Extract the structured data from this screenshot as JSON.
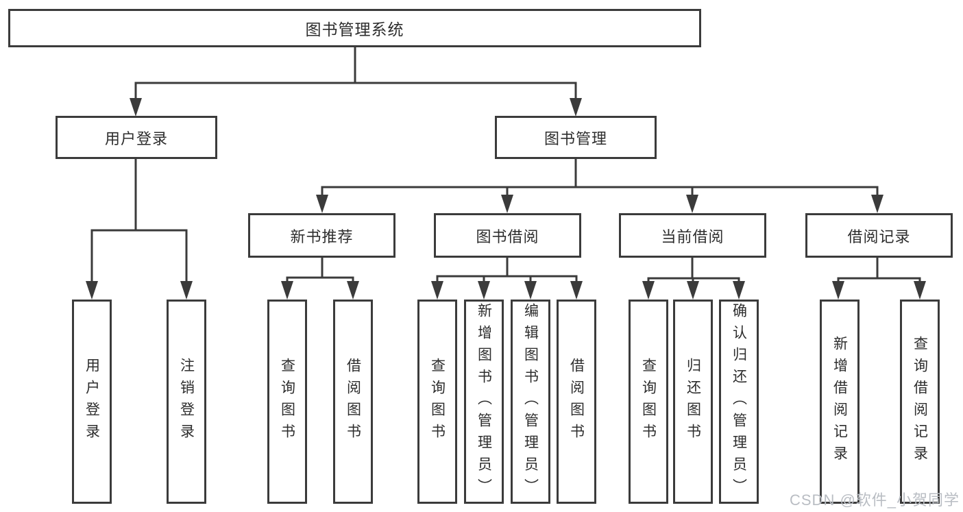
{
  "diagram": {
    "root": {
      "label": "图书管理系统"
    },
    "level2": [
      {
        "label": "用户登录"
      },
      {
        "label": "图书管理"
      }
    ],
    "level3": [
      {
        "label": "新书推荐"
      },
      {
        "label": "图书借阅"
      },
      {
        "label": "当前借阅"
      },
      {
        "label": "借阅记录"
      }
    ],
    "leaves": {
      "user_login": [
        "用户登录",
        "注销登录"
      ],
      "new_book": [
        "查询图书",
        "借阅图书"
      ],
      "borrow": [
        "查询图书",
        "新增图书（管理员）",
        "编辑图书（管理员）",
        "借阅图书"
      ],
      "current": [
        "查询图书",
        "归还图书",
        "确认归还（管理员）"
      ],
      "records": [
        "新增借阅记录",
        "查询借阅记录"
      ]
    }
  },
  "watermark": {
    "text": "CSDN @软件_小贺同学"
  },
  "colors": {
    "line": "#3b3b3b",
    "text": "#2d2d2d",
    "background": "#ffffff",
    "watermark": "#b9bdc3"
  }
}
